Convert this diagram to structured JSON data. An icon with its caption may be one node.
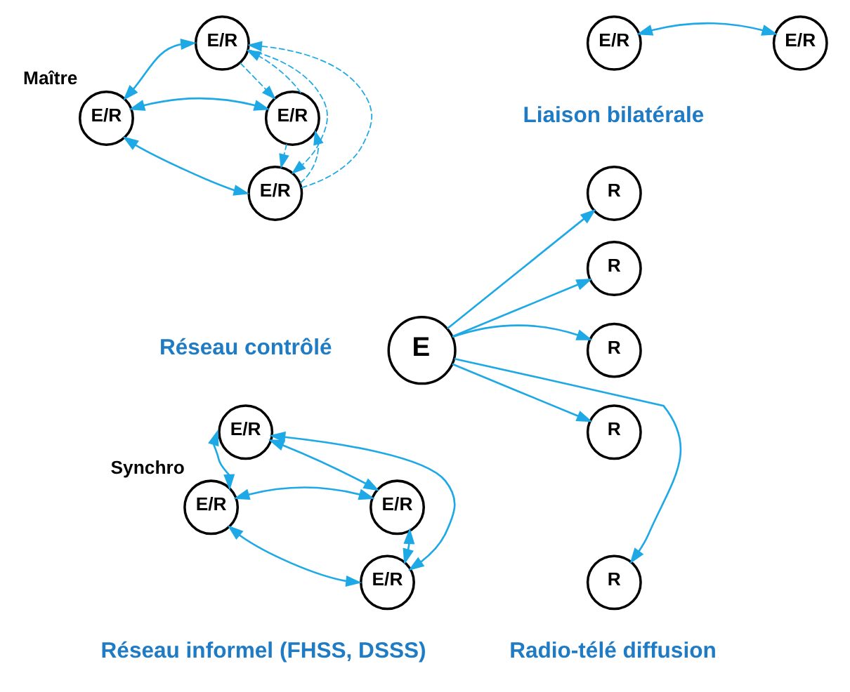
{
  "diagram": {
    "nodes": [
      {
        "text": [
          "E/R"
        ],
        "beside": [
          "Maître"
        ]
      },
      {
        "text": [
          "E/R"
        ]
      },
      {
        "text": [
          "E/R"
        ]
      },
      {
        "text": [
          "E/R"
        ]
      },
      {
        "text": [
          "E/R"
        ],
        "beside": [
          "Synchro"
        ]
      },
      {
        "text": [
          "E/R"
        ]
      },
      {
        "text": [
          "E/R"
        ]
      },
      {
        "text": [
          "E/R"
        ]
      },
      {
        "text": [
          "E/R"
        ]
      },
      {
        "text": [
          "E/R"
        ]
      },
      {
        "text": [
          "E"
        ]
      },
      {
        "text": [
          "R"
        ]
      },
      {
        "text": [
          "R"
        ]
      },
      {
        "text": [
          "R"
        ]
      },
      {
        "text": [
          "R"
        ]
      },
      {
        "text": [
          "R"
        ]
      }
    ],
    "edges": [
      {
        "from": 0,
        "to": 1,
        "arrow": "both"
      },
      {
        "from": 0,
        "to": 2,
        "arrow": "both"
      },
      {
        "from": 0,
        "to": 3,
        "arrow": "both"
      },
      {
        "from": 3,
        "to": 1,
        "arrow": "to",
        "style": "dashed"
      },
      {
        "from": 1,
        "to": 3,
        "arrow": "to",
        "style": "dashed"
      },
      {
        "from": 1,
        "to": 2,
        "arrow": "to",
        "style": "dashed"
      },
      {
        "from": 2,
        "to": 1,
        "arrow": "to",
        "style": "dashed"
      },
      {
        "from": 2,
        "to": 3,
        "arrow": "to",
        "style": "dashed"
      },
      {
        "from": 3,
        "to": 2,
        "arrow": "to",
        "style": "dashed"
      },
      {
        "from": 4,
        "to": 5,
        "arrow": "both"
      },
      {
        "from": 4,
        "to": 6,
        "arrow": "both"
      },
      {
        "from": 4,
        "to": 7,
        "arrow": "both"
      },
      {
        "from": 5,
        "to": 7,
        "arrow": "both"
      },
      {
        "from": 5,
        "to": 6,
        "arrow": "both"
      },
      {
        "from": 6,
        "to": 7,
        "arrow": "both"
      },
      {
        "from": 8,
        "to": 9,
        "arrow": "both"
      },
      {
        "from": 10,
        "to": 11,
        "arrow": "to"
      },
      {
        "from": 10,
        "to": 12,
        "arrow": "to"
      },
      {
        "from": 10,
        "to": 13,
        "arrow": "to"
      },
      {
        "from": 10,
        "to": 14,
        "arrow": "to"
      },
      {
        "from": 10,
        "to": 15,
        "arrow": "to"
      }
    ],
    "labels": [
      "Liaison bilatérale",
      "Réseau contrôlé",
      "Radio-télé diffusion",
      "Réseau informel (FHSS, DSSS)"
    ]
  }
}
